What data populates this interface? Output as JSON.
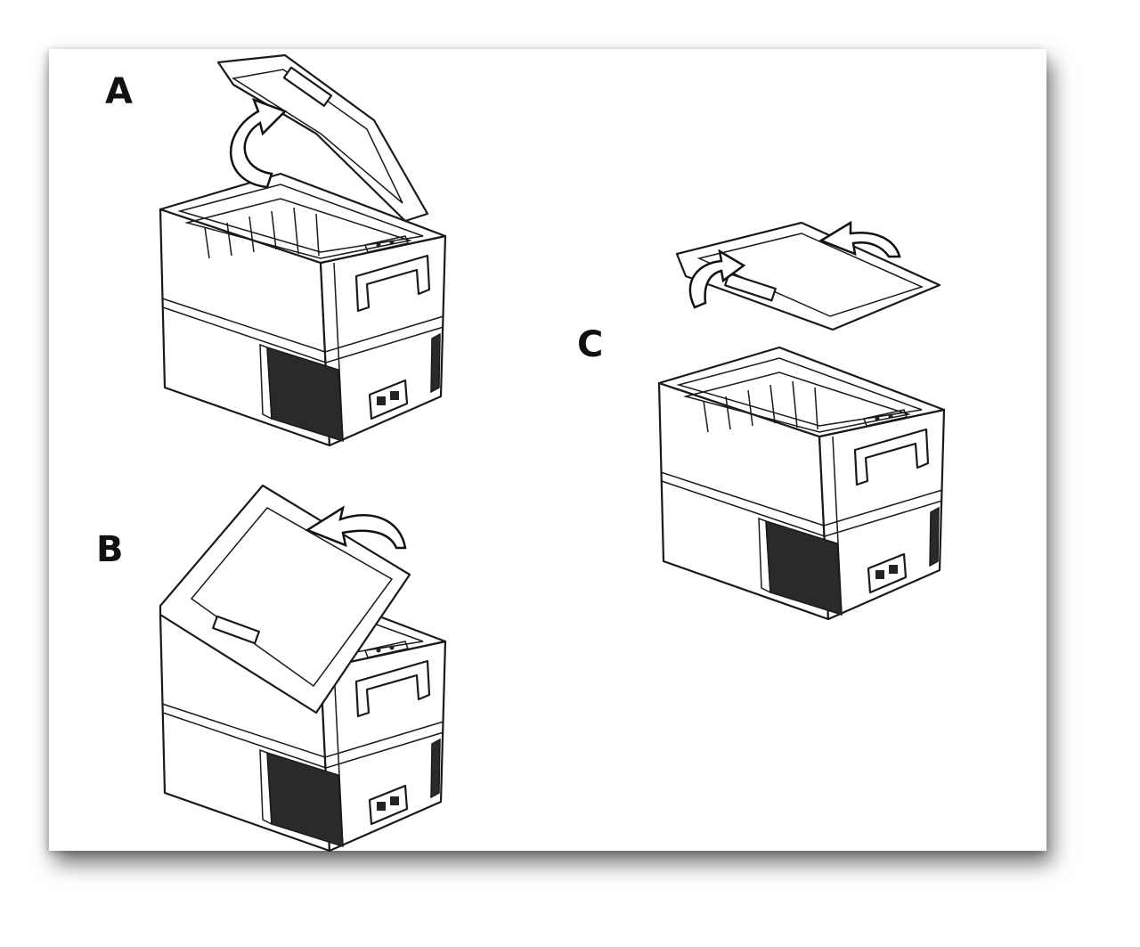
{
  "diagram": {
    "steps": [
      {
        "label": "A"
      },
      {
        "label": "B"
      },
      {
        "label": "C"
      }
    ]
  }
}
